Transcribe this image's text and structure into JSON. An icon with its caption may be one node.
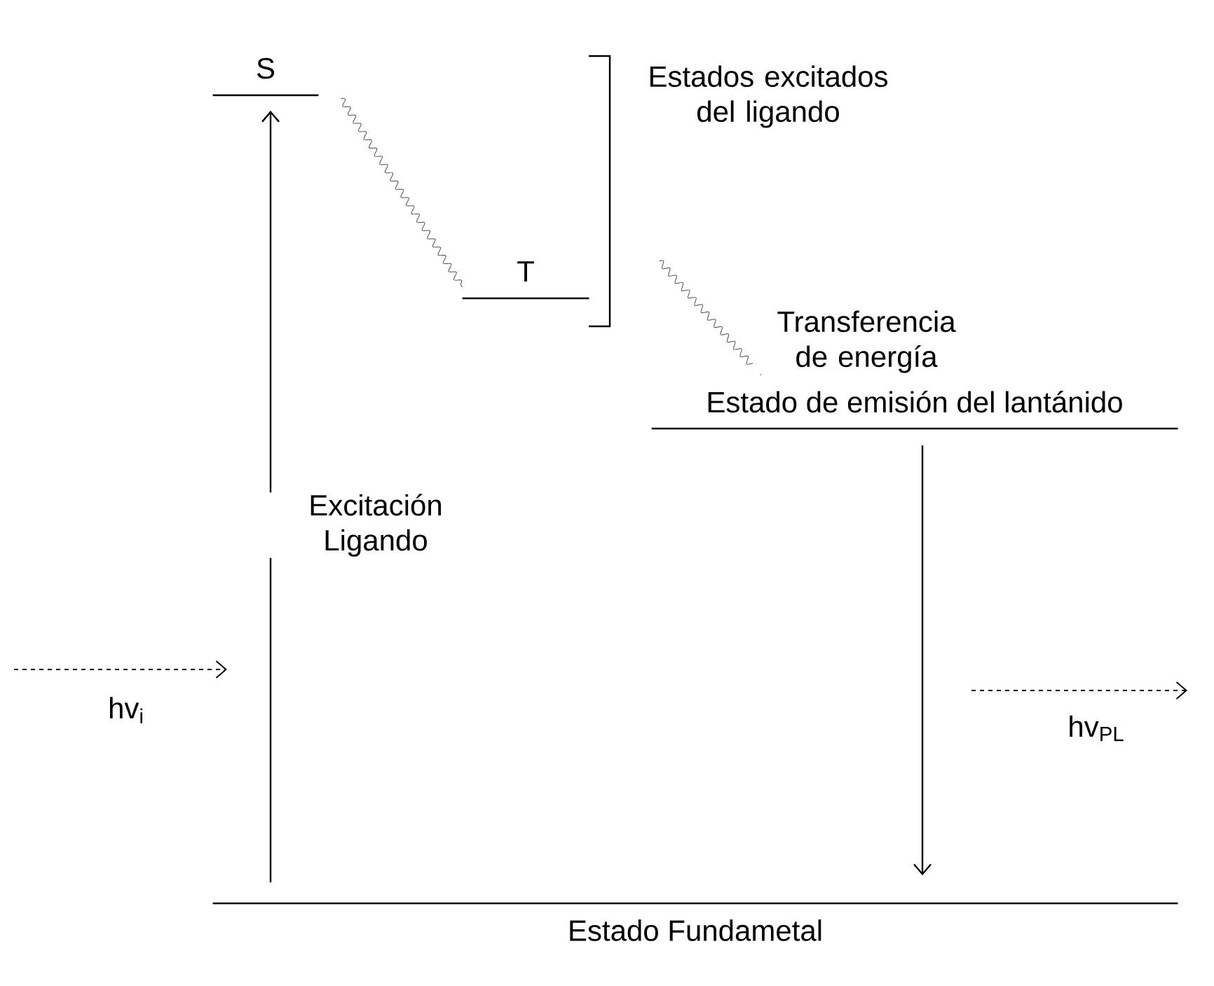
{
  "diagram": {
    "nodes": [
      {
        "text": [
          "S"
        ]
      },
      {
        "text": [
          "T"
        ]
      },
      {
        "text": [
          "Estado de emisión del lantánido"
        ]
      },
      {
        "text": [
          "Estado Fundametal"
        ]
      }
    ],
    "edges": [
      {
        "from": 3,
        "to": 0,
        "arrow": "to",
        "label": "Excitación Ligando"
      },
      {
        "from": 0,
        "to": 1,
        "arrow": "none"
      },
      {
        "from": 1,
        "to": 2,
        "arrow": "none",
        "label": "Transferencia de energía"
      },
      {
        "from": 2,
        "to": 3,
        "arrow": "to"
      }
    ],
    "labels": [
      "Estados excitados del ligando",
      "hv$_{i}$",
      "hv$_{PL}$"
    ]
  }
}
